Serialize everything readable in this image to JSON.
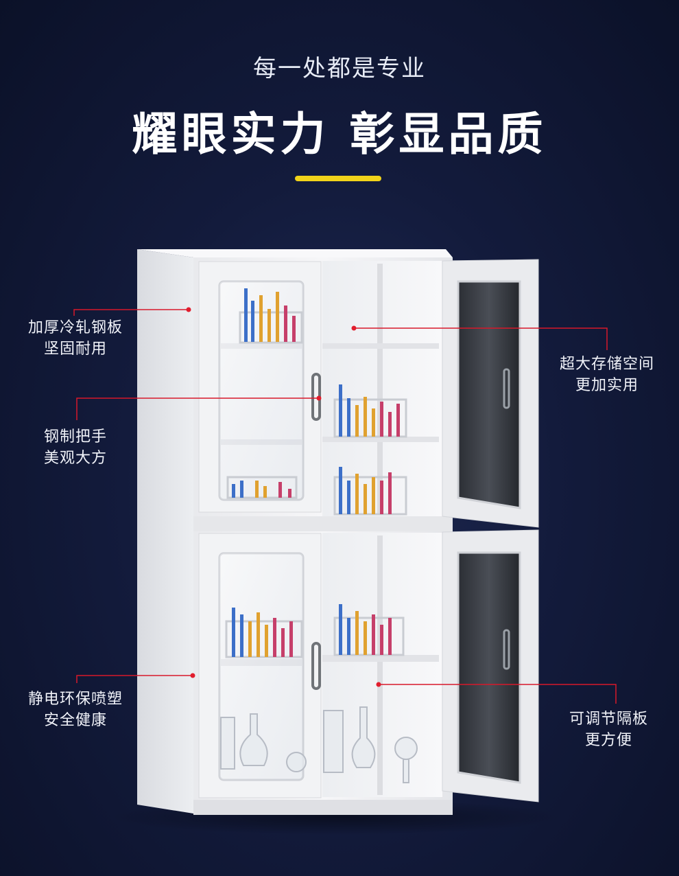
{
  "header": {
    "subtitle": "每一处都是专业",
    "title": "耀眼实力 彰显品质"
  },
  "colors": {
    "background": "#131b3c",
    "accent_bar": "#f1d31a",
    "leader_line": "#d8182a",
    "cabinet": "#f1f2f4"
  },
  "callouts": [
    {
      "line1": "加厚冷轧钢板",
      "line2": "坚固耐用"
    },
    {
      "line1": "钢制把手",
      "line2": "美观大方"
    },
    {
      "line1": "静电环保喷塑",
      "line2": "安全健康"
    },
    {
      "line1": "超大存储空间",
      "line2": "更加实用"
    },
    {
      "line1": "可调节隔板",
      "line2": "更方便"
    }
  ]
}
